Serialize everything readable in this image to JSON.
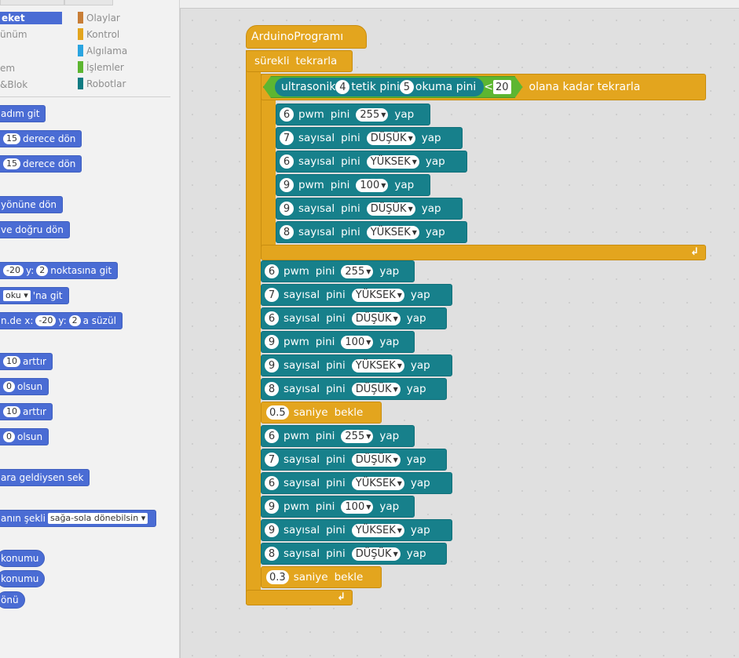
{
  "categories": [
    {
      "label": "eket",
      "selected": true
    },
    {
      "label": "ünüm"
    },
    {
      "label": ""
    },
    {
      "label": "em"
    },
    {
      "label": "&Blok"
    }
  ],
  "categories_right": [
    {
      "label": "Olaylar",
      "color": "#c87e37"
    },
    {
      "label": "Kontrol",
      "color": "#e3a51e"
    },
    {
      "label": "Algılama",
      "color": "#2aa4e0"
    },
    {
      "label": "İşlemler",
      "color": "#5db631"
    },
    {
      "label": "Robotlar",
      "color": "#107b82"
    }
  ],
  "palette": {
    "move": {
      "label": "adım git"
    },
    "turn_right": {
      "value": "15",
      "label": "derece dön"
    },
    "turn_left": {
      "value": "15",
      "label": "derece dön"
    },
    "point_dir": {
      "label": "yönüne dön"
    },
    "point_towards": {
      "label": "ve doğru dön"
    },
    "goto_xy": {
      "x": "-20",
      "y_label": "y:",
      "y": "2",
      "label": "noktasına git"
    },
    "goto": {
      "value": "oku",
      "label": "'na git"
    },
    "glide": {
      "prefix": "n.de x:",
      "x": "-20",
      "y_label": "y:",
      "y": "2",
      "label": "a süzül"
    },
    "change_x": {
      "value": "10",
      "label": "arttır"
    },
    "set_x": {
      "value": "0",
      "label": "olsun"
    },
    "change_y": {
      "value": "10",
      "label": "arttır"
    },
    "set_y": {
      "value": "0",
      "label": "olsun"
    },
    "bounce": {
      "label": "ara geldiysen sek"
    },
    "rotation": {
      "label": "anın şekli",
      "value": "sağa-sola dönebilsin"
    },
    "x_pos": {
      "label": "konumu"
    },
    "y_pos": {
      "label": "konumu"
    },
    "direction": {
      "label": "önü"
    }
  },
  "script": {
    "hat": {
      "w1": "Arduino",
      "w2": "Programı"
    },
    "forever": {
      "w1": "sürekli",
      "w2": "tekrarla"
    },
    "repeat_until": {
      "sensor": "ultrasonik",
      "trig": "4",
      "trig_label": "tetik pini",
      "echo": "5",
      "echo_label": "okuma pini",
      "op": "<",
      "value": "20",
      "tail": "olana kadar tekrarla"
    },
    "inner": [
      {
        "pin": "6",
        "kind": "pwm",
        "w1": "pwm",
        "w2": "pini",
        "value": "255",
        "end": "yap"
      },
      {
        "pin": "7",
        "kind": "dig",
        "w1": "sayısal",
        "w2": "pini",
        "value": "DÜŞÜK",
        "end": "yap"
      },
      {
        "pin": "6",
        "kind": "dig",
        "w1": "sayısal",
        "w2": "pini",
        "value": "YÜKSEK",
        "end": "yap"
      },
      {
        "pin": "9",
        "kind": "pwm",
        "w1": "pwm",
        "w2": "pini",
        "value": "100",
        "end": "yap"
      },
      {
        "pin": "9",
        "kind": "dig",
        "w1": "sayısal",
        "w2": "pini",
        "value": "DÜŞÜK",
        "end": "yap"
      },
      {
        "pin": "8",
        "kind": "dig",
        "w1": "sayısal",
        "w2": "pini",
        "value": "YÜKSEK",
        "end": "yap"
      }
    ],
    "outer_a": [
      {
        "pin": "6",
        "kind": "pwm",
        "w1": "pwm",
        "w2": "pini",
        "value": "255",
        "end": "yap"
      },
      {
        "pin": "7",
        "kind": "dig",
        "w1": "sayısal",
        "w2": "pini",
        "value": "YÜKSEK",
        "end": "yap"
      },
      {
        "pin": "6",
        "kind": "dig",
        "w1": "sayısal",
        "w2": "pini",
        "value": "DÜŞÜK",
        "end": "yap"
      },
      {
        "pin": "9",
        "kind": "pwm",
        "w1": "pwm",
        "w2": "pini",
        "value": "100",
        "end": "yap"
      },
      {
        "pin": "9",
        "kind": "dig",
        "w1": "sayısal",
        "w2": "pini",
        "value": "YÜKSEK",
        "end": "yap"
      },
      {
        "pin": "8",
        "kind": "dig",
        "w1": "sayısal",
        "w2": "pini",
        "value": "DÜŞÜK",
        "end": "yap"
      }
    ],
    "wait_a": {
      "value": "0.5",
      "w1": "saniye",
      "w2": "bekle"
    },
    "outer_b": [
      {
        "pin": "6",
        "kind": "pwm",
        "w1": "pwm",
        "w2": "pini",
        "value": "255",
        "end": "yap"
      },
      {
        "pin": "7",
        "kind": "dig",
        "w1": "sayısal",
        "w2": "pini",
        "value": "DÜŞÜK",
        "end": "yap"
      },
      {
        "pin": "6",
        "kind": "dig",
        "w1": "sayısal",
        "w2": "pini",
        "value": "YÜKSEK",
        "end": "yap"
      },
      {
        "pin": "9",
        "kind": "pwm",
        "w1": "pwm",
        "w2": "pini",
        "value": "100",
        "end": "yap"
      },
      {
        "pin": "9",
        "kind": "dig",
        "w1": "sayısal",
        "w2": "pini",
        "value": "YÜKSEK",
        "end": "yap"
      },
      {
        "pin": "8",
        "kind": "dig",
        "w1": "sayısal",
        "w2": "pini",
        "value": "DÜŞÜK",
        "end": "yap"
      }
    ],
    "wait_b": {
      "value": "0.3",
      "w1": "saniye",
      "w2": "bekle"
    }
  }
}
